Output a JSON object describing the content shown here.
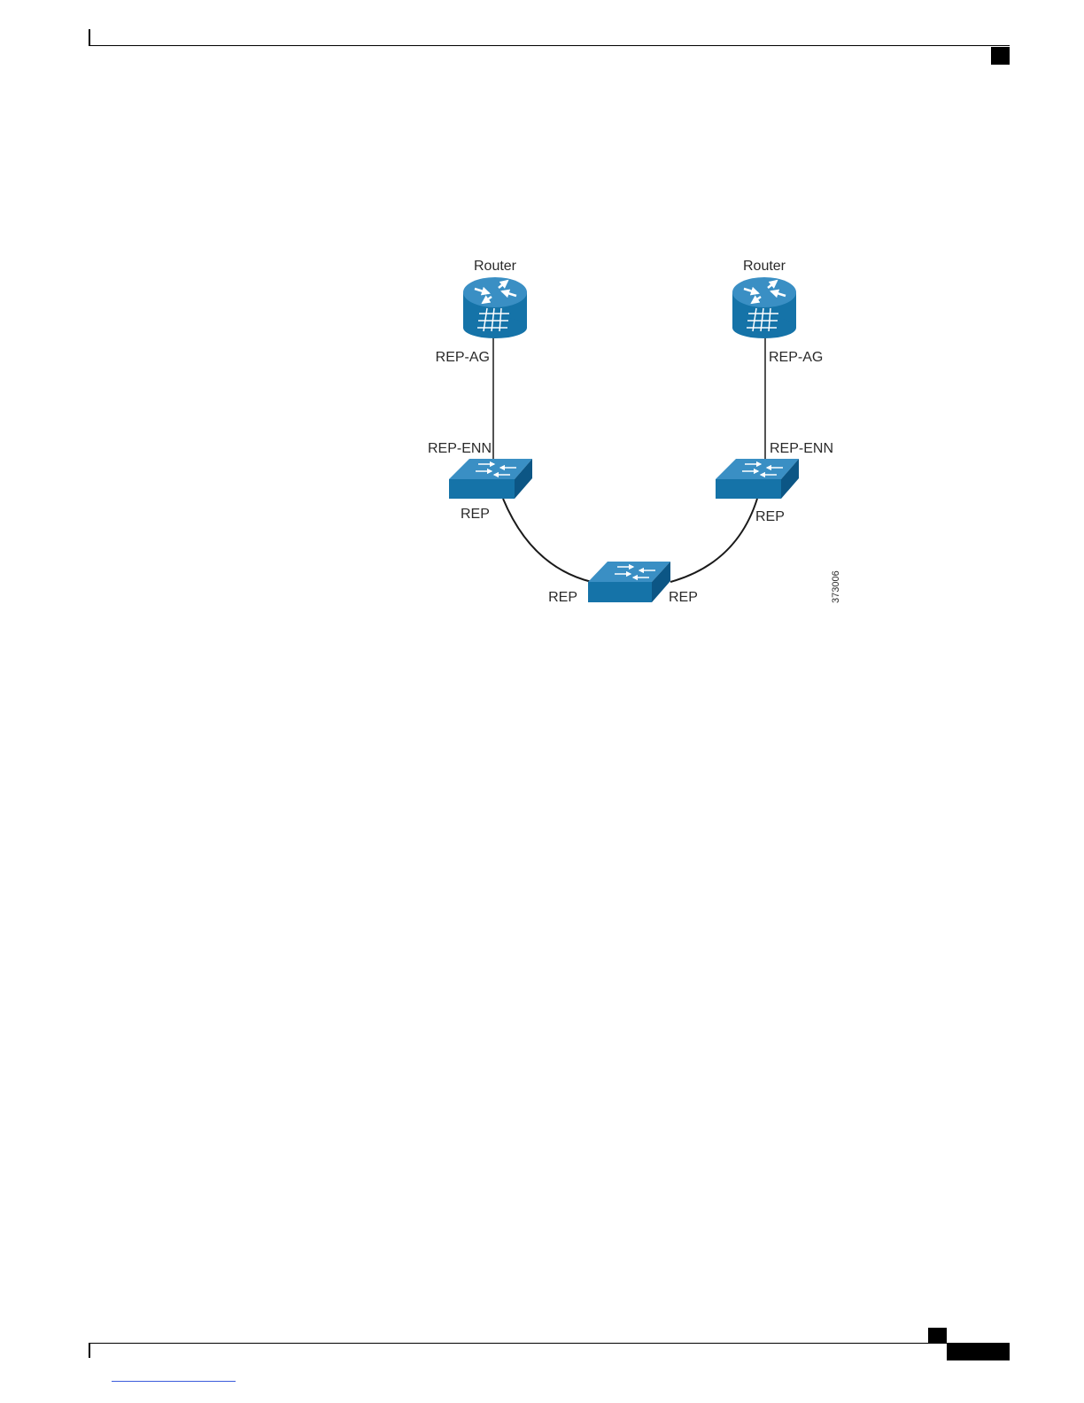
{
  "diagram": {
    "nodes": {
      "router_left": {
        "label": "Router"
      },
      "router_right": {
        "label": "Router"
      },
      "switch_left": {},
      "switch_right": {},
      "switch_bottom": {}
    },
    "port_labels": {
      "rep_ag_left": "REP-AG",
      "rep_ag_right": "REP-AG",
      "rep_enn_left": "REP-ENN",
      "rep_enn_right": "REP-ENN",
      "rep_left_switch": "REP",
      "rep_right_switch": "REP",
      "rep_bottom_left": "REP",
      "rep_bottom_right": "REP"
    },
    "figure_id": "373006"
  },
  "colors": {
    "device_blue": "#1573a8",
    "device_dark": "#0c5685",
    "device_top": "#3a8fc4",
    "link": "#1a1a1a"
  }
}
